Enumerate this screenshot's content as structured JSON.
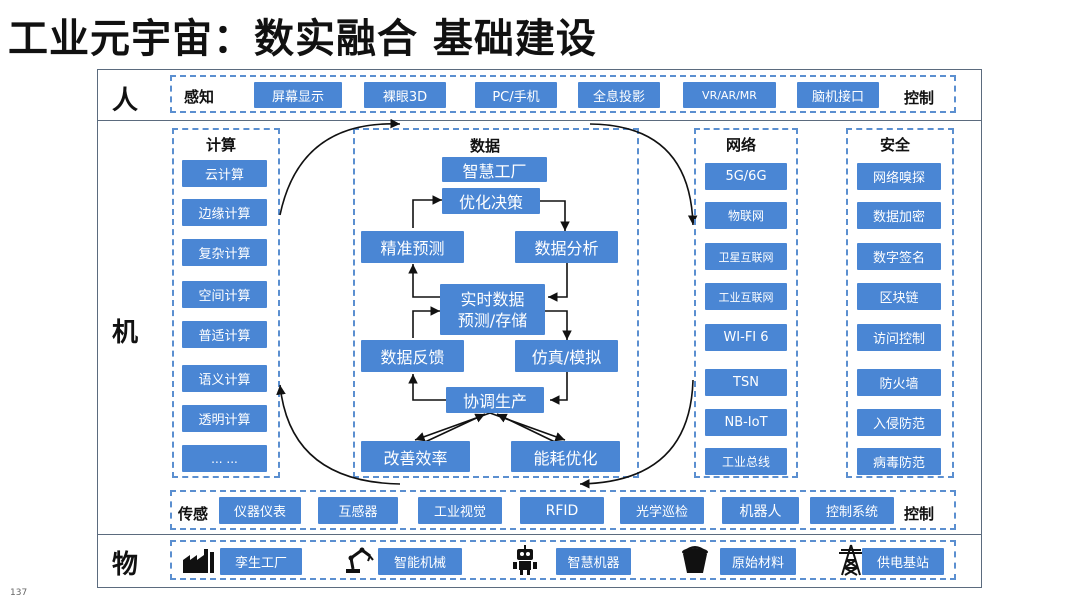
{
  "title": "工业元宇宙：数实融合 基础建设",
  "page_number": "137",
  "rows": {
    "human": "人",
    "machine": "机",
    "thing": "物"
  },
  "perception": {
    "label": "感知",
    "items": [
      "屏幕显示",
      "裸眼3D",
      "PC/手机",
      "全息投影",
      "VR/AR/MR",
      "脑机接口"
    ],
    "end_label": "控制"
  },
  "compute": {
    "label": "计算",
    "items": [
      "云计算",
      "边缘计算",
      "复杂计算",
      "空间计算",
      "普适计算",
      "语义计算",
      "透明计算",
      "...  ..."
    ]
  },
  "data": {
    "label": "数据",
    "nodes": {
      "factory": "智慧工厂",
      "decision": "优化决策",
      "predict": "精准预测",
      "analysis": "数据分析",
      "realtime": "实时数据\n预测/存储",
      "feedback": "数据反馈",
      "simulation": "仿真/模拟",
      "coordination": "协调生产",
      "efficiency": "改善效率",
      "energy": "能耗优化"
    }
  },
  "network": {
    "label": "网络",
    "items": [
      "5G/6G",
      "物联网",
      "卫星互联网",
      "工业互联网",
      "WI-FI 6",
      "TSN",
      "NB-IoT",
      "工业总线"
    ]
  },
  "security": {
    "label": "安全",
    "items": [
      "网络嗅探",
      "数据加密",
      "数字签名",
      "区块链",
      "访问控制",
      "防火墙",
      "入侵防范",
      "病毒防范"
    ]
  },
  "sensing": {
    "label": "传感",
    "items": [
      "仪器仪表",
      "互感器",
      "工业视觉",
      "RFID",
      "光学巡检",
      "机器人",
      "控制系统"
    ],
    "end_label": "控制"
  },
  "things": {
    "items": [
      {
        "label": "孪生工厂",
        "icon": "factory-icon"
      },
      {
        "label": "智能机械",
        "icon": "robot-arm-icon"
      },
      {
        "label": "智慧机器",
        "icon": "robot-icon"
      },
      {
        "label": "原始材料",
        "icon": "bucket-icon"
      },
      {
        "label": "供电基站",
        "icon": "power-tower-icon"
      }
    ]
  },
  "colors": {
    "box": "#4a86d4",
    "dash": "#5b8fd0",
    "text": "#111111"
  }
}
